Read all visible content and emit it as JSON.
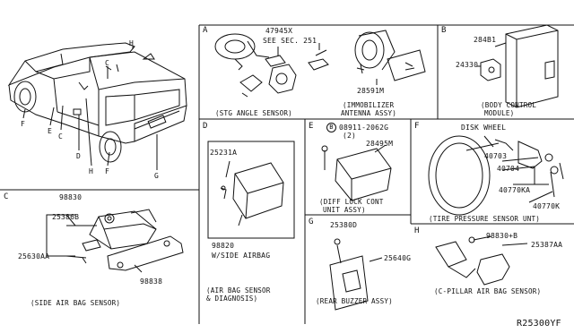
{
  "sections": {
    "A": {
      "letter": "A",
      "parts": [
        "47945X",
        "28591M"
      ],
      "note": "SEE SEC. 251",
      "captions": [
        "(STG ANGLE SENSOR)",
        "(IMMOBILIZER",
        "ANTENNA ASSY)"
      ]
    },
    "B": {
      "letter": "B",
      "parts": [
        "284B1",
        "24330"
      ],
      "captions": [
        "(BODY CONTROL",
        "MODULE)"
      ]
    },
    "C": {
      "letter": "C",
      "parts": [
        "98830",
        "25386B",
        "25630AA",
        "98838"
      ],
      "captions": [
        "(SIDE AIR BAG SENSOR)"
      ]
    },
    "D": {
      "letter": "D",
      "parts": [
        "25231A",
        "98820"
      ],
      "notes": [
        "W/SIDE AIRBAG"
      ],
      "captions": [
        "(AIR BAG SENSOR",
        "& DIAGNOSIS)"
      ]
    },
    "E": {
      "letter": "E",
      "parts": [
        "08911-2062G",
        "28495M"
      ],
      "qty": "(2)",
      "circle_letter": "B",
      "captions": [
        "(DIFF LOCK CONT",
        "UNIT ASSY)"
      ]
    },
    "F": {
      "letter": "F",
      "note": "DISK WHEEL",
      "parts": [
        "40703",
        "40704",
        "40770KA",
        "40770K"
      ],
      "captions": [
        "(TIRE PRESSURE SENSOR UNT)"
      ]
    },
    "G": {
      "letter": "G",
      "parts": [
        "25380D",
        "25640G"
      ],
      "captions": [
        "(REAR BUZZER ASSY)"
      ]
    },
    "H": {
      "letter": "H",
      "parts": [
        "98830+B",
        "25387AA"
      ],
      "captions": [
        "(C-PILLAR AIR BAG SENSOR)"
      ]
    }
  },
  "truck_callouts": [
    "H",
    "C",
    "F",
    "E",
    "C",
    "D",
    "H",
    "F",
    "G"
  ],
  "footer": {
    "ref": "R25300YF"
  }
}
